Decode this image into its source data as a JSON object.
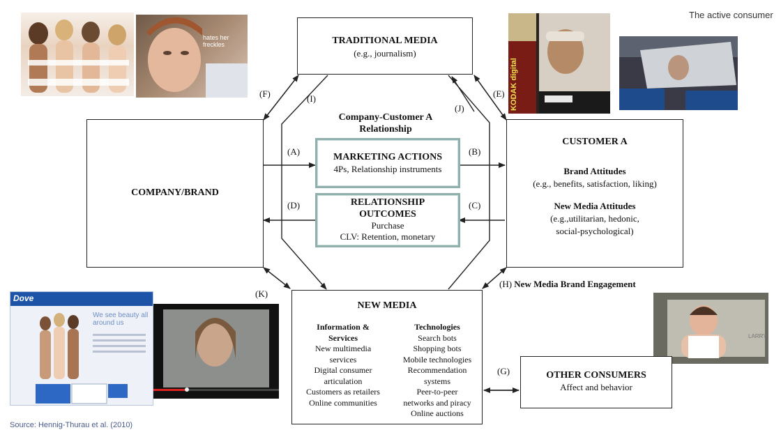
{
  "caption": "The active consumer",
  "source": "Source: Hennig-Thurau et al. (2010)",
  "traditional_media": {
    "title": "TRADITIONAL MEDIA",
    "sub": "(e.g., journalism)"
  },
  "company": {
    "title": "COMPANY/BRAND"
  },
  "relationship": {
    "title_line1": "Company-Customer A",
    "title_line2": "Relationship"
  },
  "marketing": {
    "title": "MARKETING ACTIONS",
    "sub": "4Ps, Relationship instruments"
  },
  "outcomes": {
    "title_line1": "RELATIONSHIP",
    "title_line2": "OUTCOMES",
    "sub1": "Purchase",
    "sub2": "CLV: Retention, monetary"
  },
  "customer": {
    "title": "CUSTOMER A",
    "brand_title": "Brand Attitudes",
    "brand_sub": "(e.g., benefits, satisfaction, liking)",
    "nm_title": "New Media Attitudes",
    "nm_sub1": "(e.g.,utilitarian, hedonic,",
    "nm_sub2": "social-psychological)"
  },
  "new_media": {
    "title": "NEW MEDIA",
    "left_title_1": "Information &",
    "left_title_2": "Services",
    "left_items": [
      "New multimedia",
      "services",
      "Digital consumer",
      "articulation",
      "Customers as retailers",
      "Online communities"
    ],
    "right_title": "Technologies",
    "right_items": [
      "Search bots",
      "Shopping bots",
      "Mobile technologies",
      "Recommendation",
      "systems",
      "Peer-to-peer",
      "networks and piracy",
      "Online auctions"
    ]
  },
  "other_consumers": {
    "title": "OTHER CONSUMERS",
    "sub": "Affect and behavior"
  },
  "labels": {
    "A": "(A)",
    "B": "(B)",
    "C": "(C)",
    "D": "(D)",
    "E": "(E)",
    "F": "(F)",
    "G": "(G)",
    "H": "(H)",
    "H_text": "New Media Brand Engagement",
    "I": "(I)",
    "J": "(J)",
    "K": "(K)"
  },
  "photos": {
    "freckles_caption": "hates her freckles",
    "kodak_text": "KODAK digital",
    "dove_logo": "Dove",
    "dove_headline": "We see beauty all around us",
    "larry": "LARRY"
  },
  "colors": {
    "teal_border": "#8fb0ad",
    "line": "#222222"
  }
}
